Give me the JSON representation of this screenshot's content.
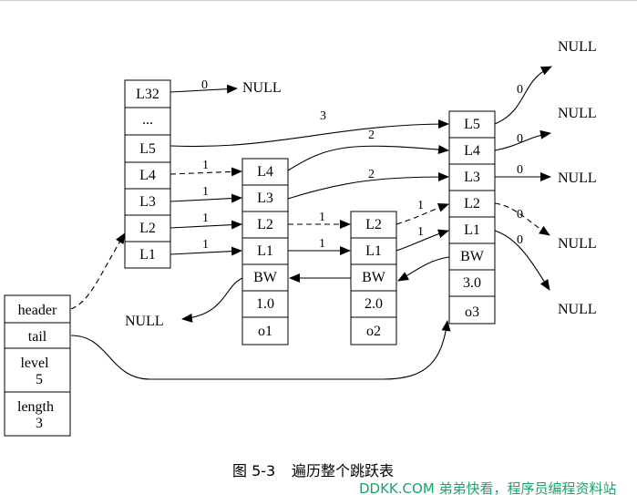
{
  "header_struct": {
    "fields": [
      "header",
      "tail",
      "level",
      "5",
      "length",
      "3"
    ]
  },
  "node_first": {
    "levels": [
      "L32",
      "...",
      "L5",
      "L4",
      "L3",
      "L2",
      "L1"
    ]
  },
  "node_o1": {
    "levels": [
      "L4",
      "L3",
      "L2",
      "L1"
    ],
    "backward": "BW",
    "score": "1.0",
    "obj": "o1"
  },
  "node_o2": {
    "levels": [
      "L2",
      "L1"
    ],
    "backward": "BW",
    "score": "2.0",
    "obj": "o2"
  },
  "node_o3": {
    "levels": [
      "L5",
      "L4",
      "L3",
      "L2",
      "L1"
    ],
    "backward": "BW",
    "score": "3.0",
    "obj": "o3"
  },
  "spans": {
    "l32_null": "0",
    "h_l5_o3": "3",
    "h_l4_o1": "1",
    "h_l3_o1": "1",
    "h_l2_o1": "1",
    "h_l1_o1": "1",
    "o1_l4_o3": "2",
    "o1_l3_o3": "2",
    "o1_l2_o2": "1",
    "o1_l1_o2": "1",
    "o2_l2_o3": "1",
    "o2_l1_o3": "1",
    "o3_l5_null": "0",
    "o3_l4_null": "0",
    "o3_l3_null": "0",
    "o3_l2_null": "0",
    "o3_l1_null": "0"
  },
  "null_text": "NULL",
  "caption": {
    "figure_no": "图 5-3",
    "title": "遍历整个跳跃表"
  },
  "watermark": "DDKK.COM 弟弟快看，程序员编程资料站"
}
